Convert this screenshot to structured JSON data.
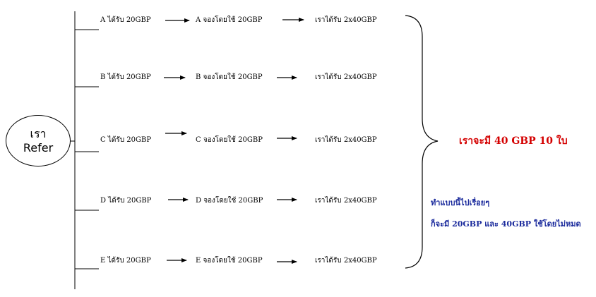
{
  "center": {
    "line1": "เรา",
    "line2": "Refer"
  },
  "rows": [
    {
      "a": "A ได้รับ 20GBP",
      "b": "A จองโดยใช้ 20GBP",
      "c": "เราได้รับ 2x40GBP"
    },
    {
      "a": "B ได้รับ 20GBP",
      "b": "B จองโดยใช้ 20GBP",
      "c": "เราได้รับ 2x40GBP"
    },
    {
      "a": "C ได้รับ 20GBP",
      "b": "C จองโดยใช้ 20GBP",
      "c": "เราได้รับ 2x40GBP"
    },
    {
      "a": "D ได้รับ 20GBP",
      "b": "D จองโดยใช้ 20GBP",
      "c": "เราได้รับ 2x40GBP"
    },
    {
      "a": "E ได้รับ 20GBP",
      "b": "E จองโดยใช้ 20GBP",
      "c": "เราได้รับ 2x40GBP"
    }
  ],
  "summary": "เราจะมี 40 GBP 10 ใบ",
  "note": {
    "line1": "ทำแบบนี้ไปเรื่อยๆ",
    "line2": "ก็จะมี 20GBP และ 40GBP ใช้โดยไม่หมด"
  },
  "colors": {
    "summary": "#d40000",
    "note": "#1a2a9c"
  }
}
